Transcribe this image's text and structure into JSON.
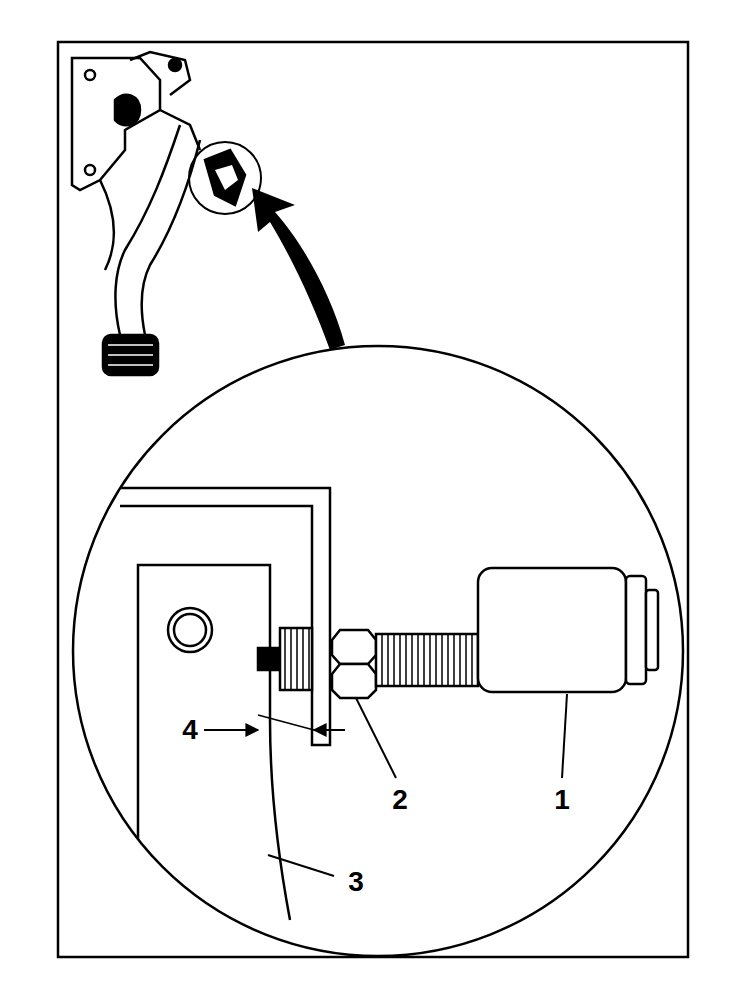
{
  "diagram": {
    "labels": [
      "4",
      "2",
      "1",
      "3"
    ]
  }
}
